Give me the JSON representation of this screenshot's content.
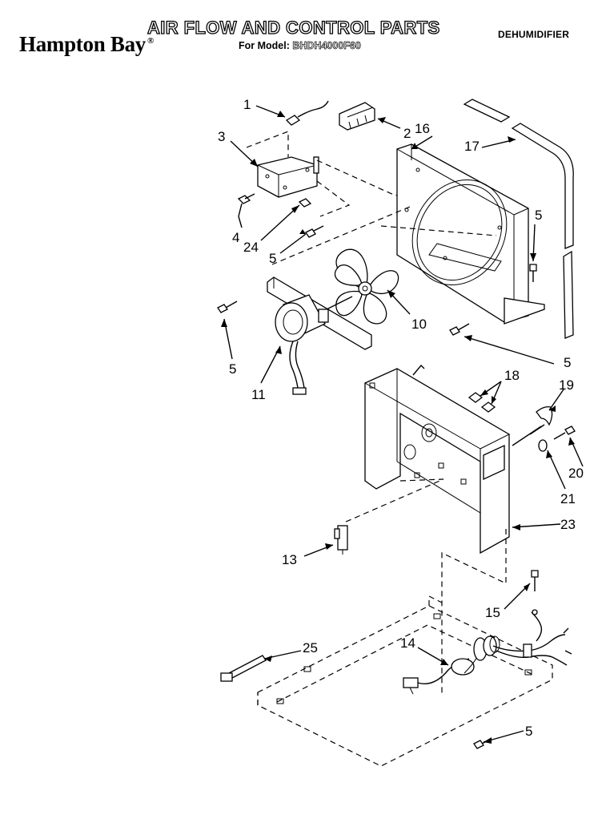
{
  "header": {
    "brand": "Hampton Bay",
    "brand_mark": "®",
    "title": "AIR FLOW AND CONTROL PARTS",
    "model_prefix": "For Model:",
    "model_number": "BHDH4000F60",
    "category": "DEHUMIDIFIER"
  },
  "callouts": {
    "c1": "1",
    "c2": "2",
    "c3": "3",
    "c4": "4",
    "c24": "24",
    "c5a": "5",
    "c5b": "5",
    "c5c": "5",
    "c5d": "5",
    "c5e": "5",
    "c16": "16",
    "c17": "17",
    "c10": "10",
    "c11": "11",
    "c18": "18",
    "c19": "19",
    "c20": "20",
    "c21": "21",
    "c23": "23",
    "c13": "13",
    "c15": "15",
    "c14": "14",
    "c25": "25"
  }
}
